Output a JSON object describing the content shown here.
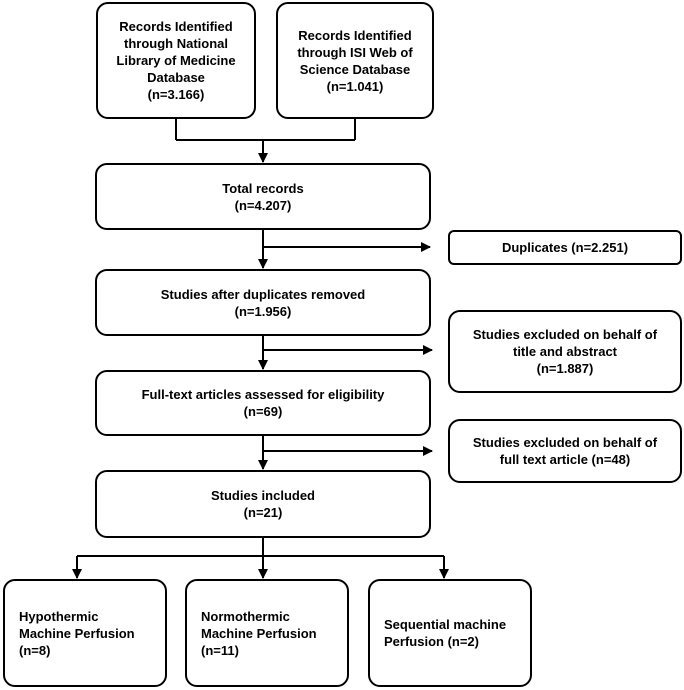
{
  "boxes": {
    "records_nlm": {
      "lines": [
        "Records Identified",
        "through National",
        "Library of Medicine",
        "Database",
        "(n=3.166)"
      ]
    },
    "records_isi": {
      "lines": [
        "Records Identified",
        "through ISI Web of",
        "Science Database",
        "(n=1.041)"
      ]
    },
    "total_records": {
      "lines": [
        "Total records",
        "(n=4.207)"
      ]
    },
    "duplicates": {
      "lines": [
        "Duplicates (n=2.251)"
      ]
    },
    "after_duplicates": {
      "lines": [
        "Studies after duplicates removed",
        "(n=1.956)"
      ]
    },
    "excluded_title_abstract": {
      "lines": [
        "Studies excluded on behalf of",
        "title and abstract",
        "(n=1.887)"
      ]
    },
    "full_text_assessed": {
      "lines": [
        "Full-text articles assessed for eligibility",
        "(n=69)"
      ]
    },
    "excluded_full_text": {
      "lines": [
        "Studies excluded on behalf of",
        "full text article (n=48)"
      ]
    },
    "studies_included": {
      "lines": [
        "Studies included",
        "(n=21)"
      ]
    },
    "hypothermic": {
      "lines": [
        "Hypothermic",
        "Machine Perfusion",
        "(n=8)"
      ]
    },
    "normothermic": {
      "lines": [
        "Normothermic",
        "Machine Perfusion",
        "(n=11)"
      ]
    },
    "sequential": {
      "lines": [
        "Sequential machine",
        "Perfusion (n=2)"
      ]
    }
  }
}
